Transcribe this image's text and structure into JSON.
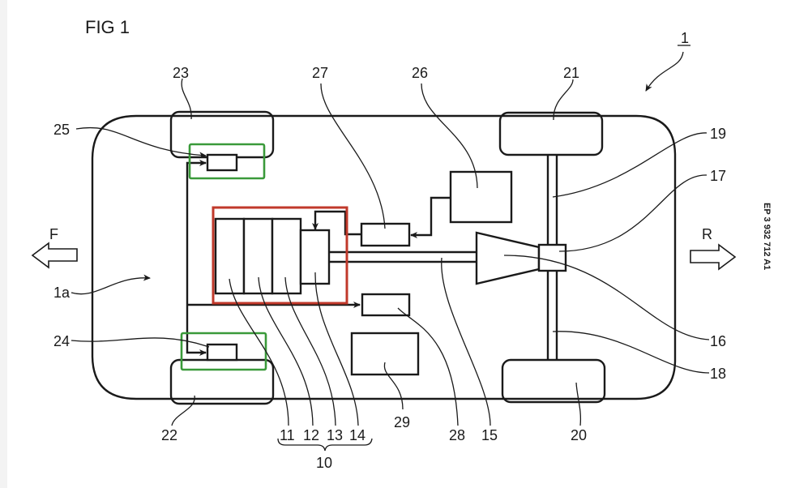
{
  "figure": {
    "title": "FIG 1",
    "publication_number": "EP 3 932 712 A1",
    "vehicle_ref": "1"
  },
  "directions": {
    "front": "F",
    "rear": "R"
  },
  "reference_numerals": {
    "vehicle_body": "1a",
    "drive_unit_group": "10",
    "component_11": "11",
    "component_12": "12",
    "component_13": "13",
    "component_14": "14",
    "propeller_shaft": "15",
    "rear_differential_cone": "16",
    "differential_box": "17",
    "axle_lower": "18",
    "axle_upper": "19",
    "wheel_rear_right": "20",
    "wheel_rear_left": "21",
    "wheel_front_right": "22",
    "wheel_front_left": "23",
    "sensor_front_right": "24",
    "sensor_front_left": "25",
    "unit_26": "26",
    "unit_27": "27",
    "unit_28": "28",
    "unit_29": "29"
  },
  "highlights": {
    "red_color": "#c0392b",
    "green_color": "#3a9a3a"
  }
}
